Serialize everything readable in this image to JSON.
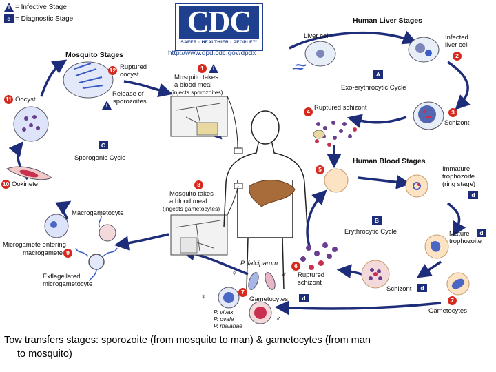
{
  "legend": {
    "infective": {
      "marker": "i",
      "label": "= Infective Stage"
    },
    "diagnostic": {
      "marker": "d",
      "label": "= Diagnostic Stage"
    }
  },
  "cdc": {
    "logo": "CDC",
    "tagline": "SAFER · HEALTHIER · PEOPLE™",
    "url": "http://www.dpd.cdc.gov/dpdx"
  },
  "headers": {
    "mosquito_stages": "Mosquito Stages",
    "liver_stages": "Human Liver Stages",
    "blood_stages": "Human Blood Stages"
  },
  "cycles": {
    "sporogonic": {
      "marker": "C",
      "label": "Sporogonic Cycle"
    },
    "exo": {
      "marker": "A",
      "label": "Exo-erythrocytic Cycle"
    },
    "erythro": {
      "marker": "B",
      "label": "Erythrocytic Cycle"
    }
  },
  "stages": {
    "s1": {
      "num": "1",
      "line1": "Mosquito takes",
      "line2": "a blood meal",
      "line3": "(injects sporozoites)"
    },
    "s2": {
      "num": "2",
      "line1": "Infected",
      "line2": "liver cell"
    },
    "liver_cell": "Liver cell",
    "s3": {
      "num": "3",
      "label": "Schizont"
    },
    "s4": {
      "num": "4",
      "label": "Ruptured schizont"
    },
    "s5": {
      "num": "5"
    },
    "immature": {
      "line1": "Immature",
      "line2": "trophozoite",
      "line3": "(ring stage)",
      "marker": "d"
    },
    "mature": {
      "line1": "Mature",
      "line2": "trophozoite",
      "marker": "d"
    },
    "schizont_blood": {
      "label": "Schizont",
      "marker": "d"
    },
    "s6": {
      "num": "6",
      "line1": "Ruptured",
      "line2": "schizont"
    },
    "gametocytes_right": {
      "num": "7",
      "label": "Gametocytes"
    },
    "gametocytes_left": {
      "num": "7",
      "label": "Gametocytes",
      "marker": "d"
    },
    "p_falciparum": "P. falciparum",
    "p_others": {
      "l1": "P. vivax",
      "l2": "P. ovale",
      "l3": "P. malariae"
    },
    "s8": {
      "num": "8",
      "line1": "Mosquito takes",
      "line2": "a blood meal",
      "line3": "(ingests gametocytes)"
    },
    "s9": {
      "num": "9",
      "line1": "Microgamete entering",
      "line2": "macrogamete"
    },
    "macrogametocyte": "Macrogametocyte",
    "exflag": {
      "line1": "Exflagellated",
      "line2": "microgametocyte"
    },
    "s10": {
      "num": "10",
      "label": "Ookinete"
    },
    "s11": {
      "num": "11",
      "label": "Oocyst"
    },
    "s12": {
      "num": "12",
      "line1": "Ruptured",
      "line2": "oocyst"
    },
    "release": {
      "line1": "Release of",
      "line2": "sporozoites"
    }
  },
  "caption": {
    "pre": "Tow transfers stages: ",
    "u1": "sporozoite",
    "mid": " (from mosquito to man) & ",
    "u2": "gametocytes ",
    "post1": "(from man",
    "post2": "to mosquito)"
  }
}
